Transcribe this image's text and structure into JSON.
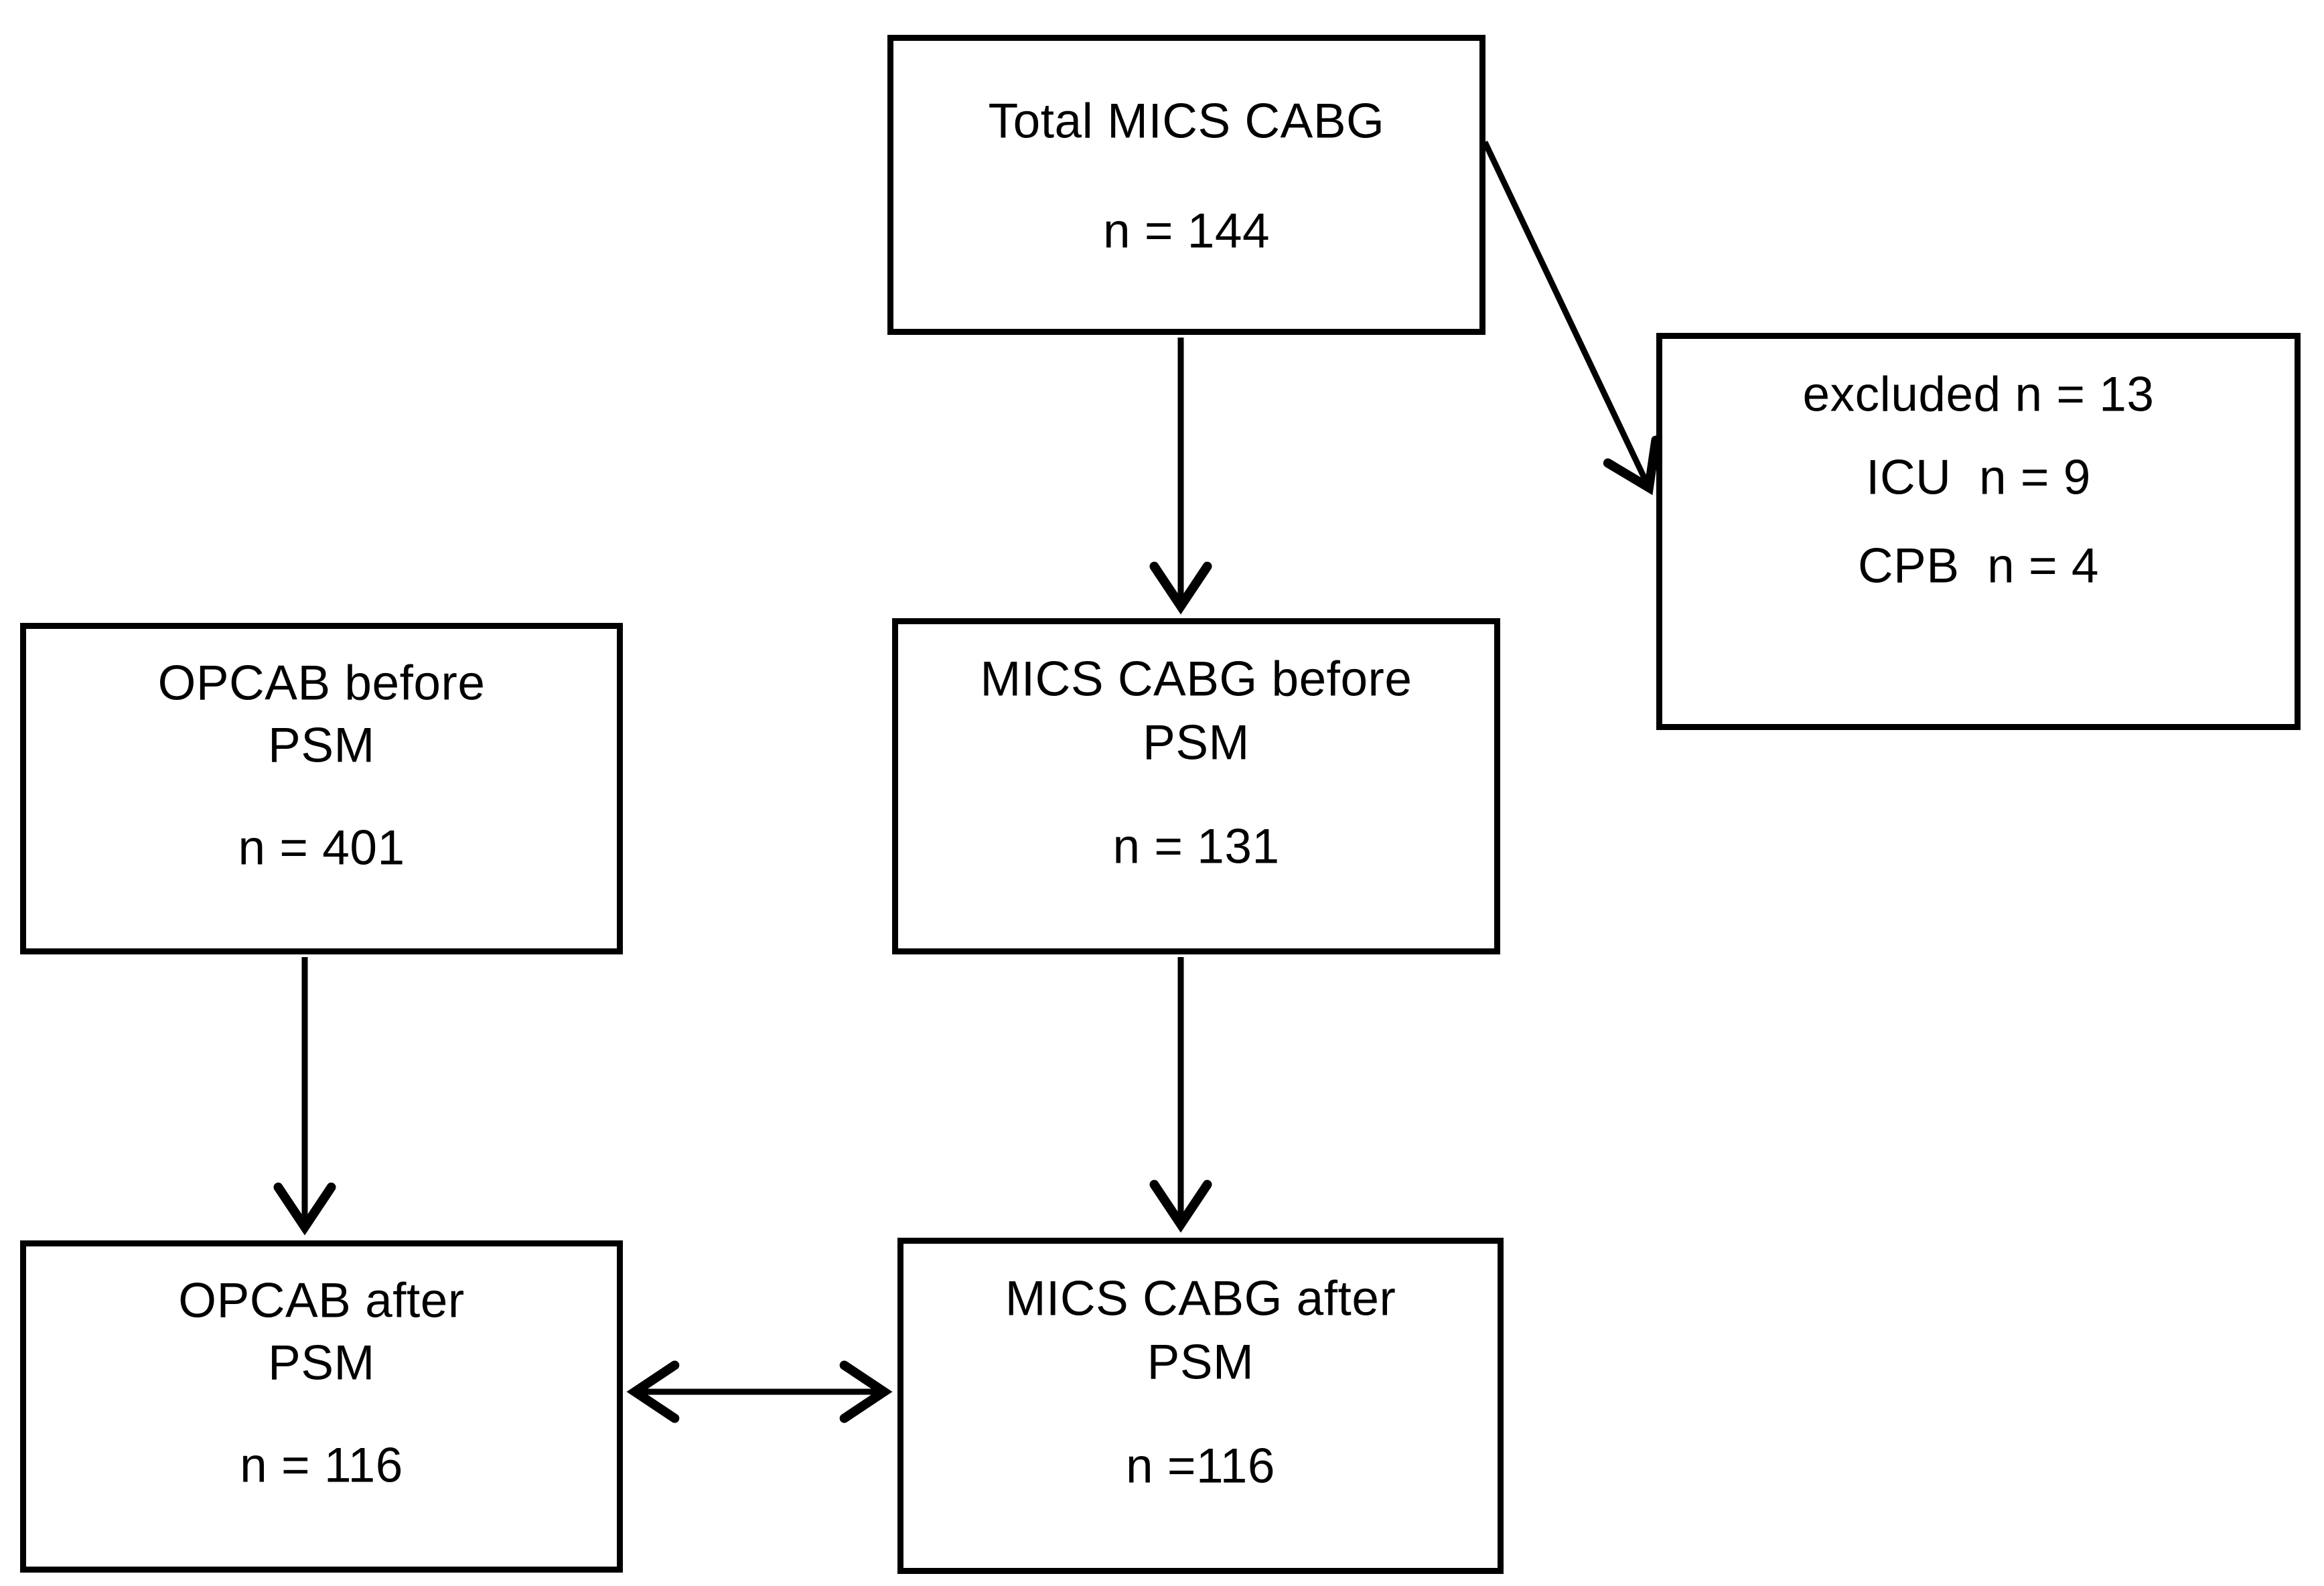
{
  "nodes": {
    "total": {
      "line1": "Total MICS CABG",
      "count": "n = 144"
    },
    "excluded": {
      "line1": "excluded n = 13",
      "line2": "ICU  n = 9",
      "line3": "CPB  n = 4"
    },
    "opcab_before": {
      "line1": "OPCAB before",
      "line2": "PSM",
      "count": "n = 401"
    },
    "mics_before": {
      "line1": "MICS CABG before",
      "line2": "PSM",
      "count": "n = 131"
    },
    "opcab_after": {
      "line1": "OPCAB after",
      "line2": "PSM",
      "count": "n = 116"
    },
    "mics_after": {
      "line1": "MICS CABG after",
      "line2": "PSM",
      "count": "n =116"
    }
  },
  "colors": {
    "line": "#000000",
    "text": "#000000",
    "background": "#ffffff"
  }
}
